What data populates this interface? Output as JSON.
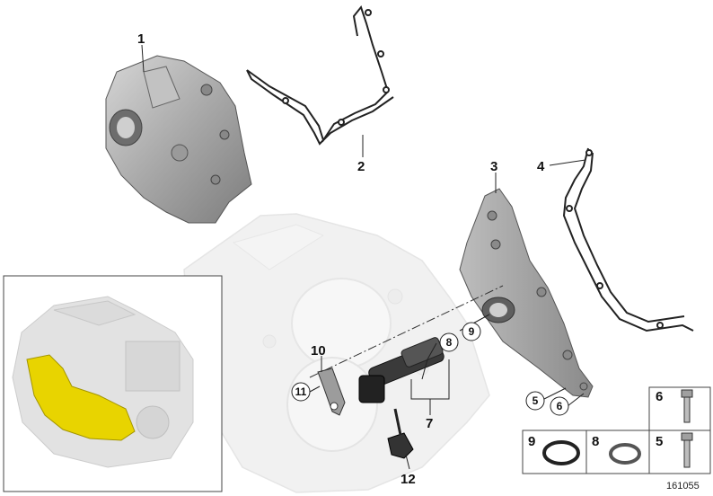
{
  "diagram": {
    "reference_number": "161055",
    "labels": {
      "part_1": "1",
      "part_2": "2",
      "part_3": "3",
      "part_4": "4",
      "part_5": "5",
      "part_6": "6",
      "part_7": "7",
      "part_8": "8",
      "part_9": "9",
      "part_10": "10",
      "part_11": "11",
      "part_12": "12"
    },
    "legend_labels": {
      "cell_6": "6",
      "cell_5": "5",
      "cell_9": "9",
      "cell_8": "8"
    },
    "highlight_color": "#e8d400",
    "gray_part_color": "#b9b9b9"
  }
}
